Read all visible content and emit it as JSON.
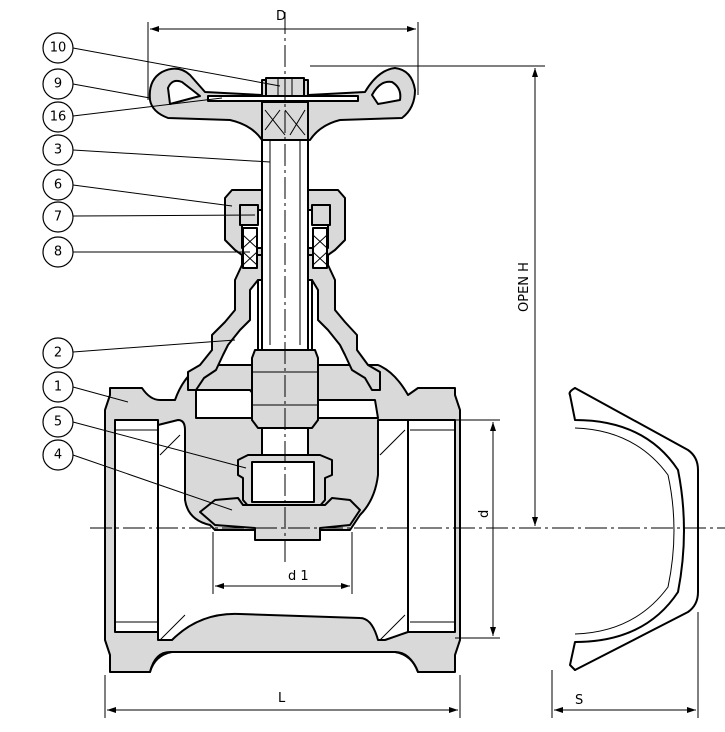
{
  "dimensions": {
    "D": "D",
    "H": "OPEN H",
    "d": "d",
    "d1": "d 1",
    "L": "L",
    "S": "S"
  },
  "balloons": [
    {
      "label": "10"
    },
    {
      "label": "9"
    },
    {
      "label": "16"
    },
    {
      "label": "3"
    },
    {
      "label": "6"
    },
    {
      "label": "7"
    },
    {
      "label": "8"
    },
    {
      "label": "2"
    },
    {
      "label": "1"
    },
    {
      "label": "5"
    },
    {
      "label": "4"
    }
  ]
}
